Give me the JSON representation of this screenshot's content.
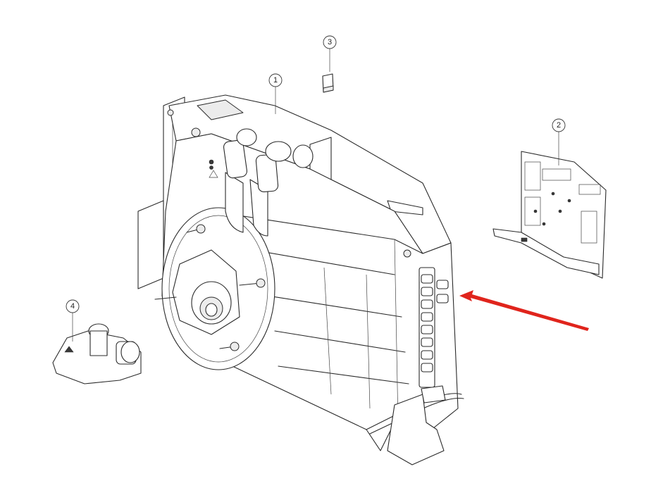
{
  "callouts": [
    {
      "id": "1",
      "label": "1"
    },
    {
      "id": "2",
      "label": "2"
    },
    {
      "id": "3",
      "label": "3"
    },
    {
      "id": "4",
      "label": "4"
    }
  ],
  "colors": {
    "line": "#2a2a2a",
    "arrow": "#e0241c",
    "background": "#ffffff"
  },
  "icons": [
    "warning-triangle-icon",
    "recycle-icon"
  ]
}
